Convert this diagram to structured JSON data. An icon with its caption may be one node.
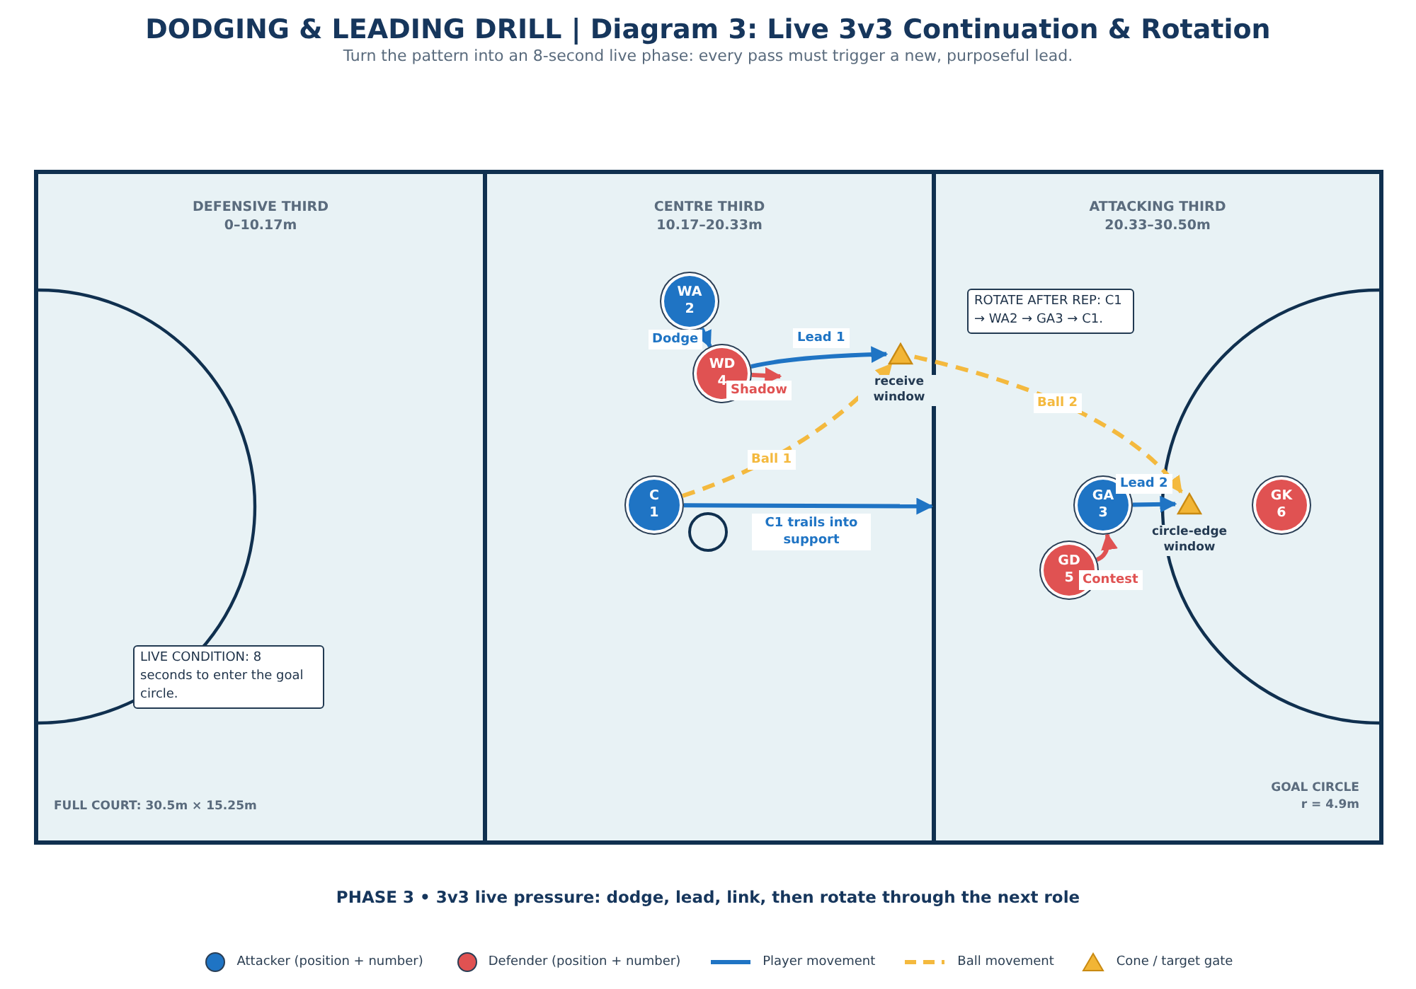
{
  "diagram": {
    "title": "DODGING & LEADING DRILL | Diagram 3: Live 3v3 Continuation & Rotation",
    "caption": "PHASE 3 • 3v3 live pressure: dodge, lead, link, then rotate through the next role",
    "nodes": [
      {
        "text": [
          "DEFENSIVE THIRD",
          "0–10.17m"
        ]
      },
      {
        "text": [
          "CENTRE THIRD",
          "10.17–20.33m"
        ]
      },
      {
        "text": [
          "ATTACKING THIRD",
          "20.33–30.50m"
        ]
      },
      {
        "text": [
          "WA 2"
        ],
        "in": 1
      },
      {
        "text": [
          "WD 4"
        ],
        "in": 1
      },
      {
        "text": [],
        "shape": "triangle",
        "beside": [
          "receive window"
        ],
        "in": 1
      },
      {
        "text": [
          "C 1"
        ],
        "in": 1
      },
      {
        "text": [],
        "shape": "circle",
        "in": 1
      },
      {
        "text": [
          "ROTATE AFTER REP: C1 → WA2 → GA3 → C1."
        ],
        "in": 2
      },
      {
        "text": [
          "GA 3"
        ],
        "in": 2
      },
      {
        "text": [],
        "shape": "triangle",
        "beside": [
          "circle-edge window"
        ],
        "in": 2
      },
      {
        "text": [
          "GK 6"
        ],
        "in": 2
      },
      {
        "text": [
          "GD 5"
        ],
        "in": 2
      },
      {
        "text": [
          "LIVE CONDITION: 8 seconds to enter the goal circle."
        ],
        "in": 0
      }
    ],
    "edges": [
      {
        "from": 3,
        "to": 4,
        "arrow": "to",
        "label": "Dodge"
      },
      {
        "from": 4,
        "to": 5,
        "arrow": "to",
        "label": "Lead 1"
      },
      {
        "from": 4,
        "to": null,
        "arrow": "to",
        "label": "Shadow",
        "color": "#e05252"
      },
      {
        "from": 6,
        "to": 5,
        "arrow": "to",
        "label": "Ball 1",
        "style": "dashed",
        "color": "#f4b93e"
      },
      {
        "from": 5,
        "to": 10,
        "arrow": "to",
        "label": "Ball 2",
        "style": "dashed",
        "color": "#f4b93e"
      },
      {
        "from": 6,
        "to": 2,
        "arrow": "to",
        "label": "C1 trails into support"
      },
      {
        "from": 9,
        "to": 10,
        "arrow": "to",
        "label": "Lead 2"
      },
      {
        "from": 12,
        "to": 9,
        "arrow": "to",
        "label": "Contest",
        "color": "#e05252"
      }
    ],
    "labels": [
      "Turn the pattern into an 8-second live phase: every pass must trigger a new, purposeful lead.",
      "FULL COURT: 30.5m × 15.25m",
      "GOAL CIRCLE r = 4.9m"
    ],
    "legend": [
      {
        "text": "Attacker (position + number)",
        "color": "#1f74c4"
      },
      {
        "text": "Defender (position + number)",
        "color": "#e05252"
      },
      {
        "text": "Player movement"
      },
      {
        "text": "Ball movement"
      },
      {
        "text": "Cone / target gate"
      }
    ]
  }
}
